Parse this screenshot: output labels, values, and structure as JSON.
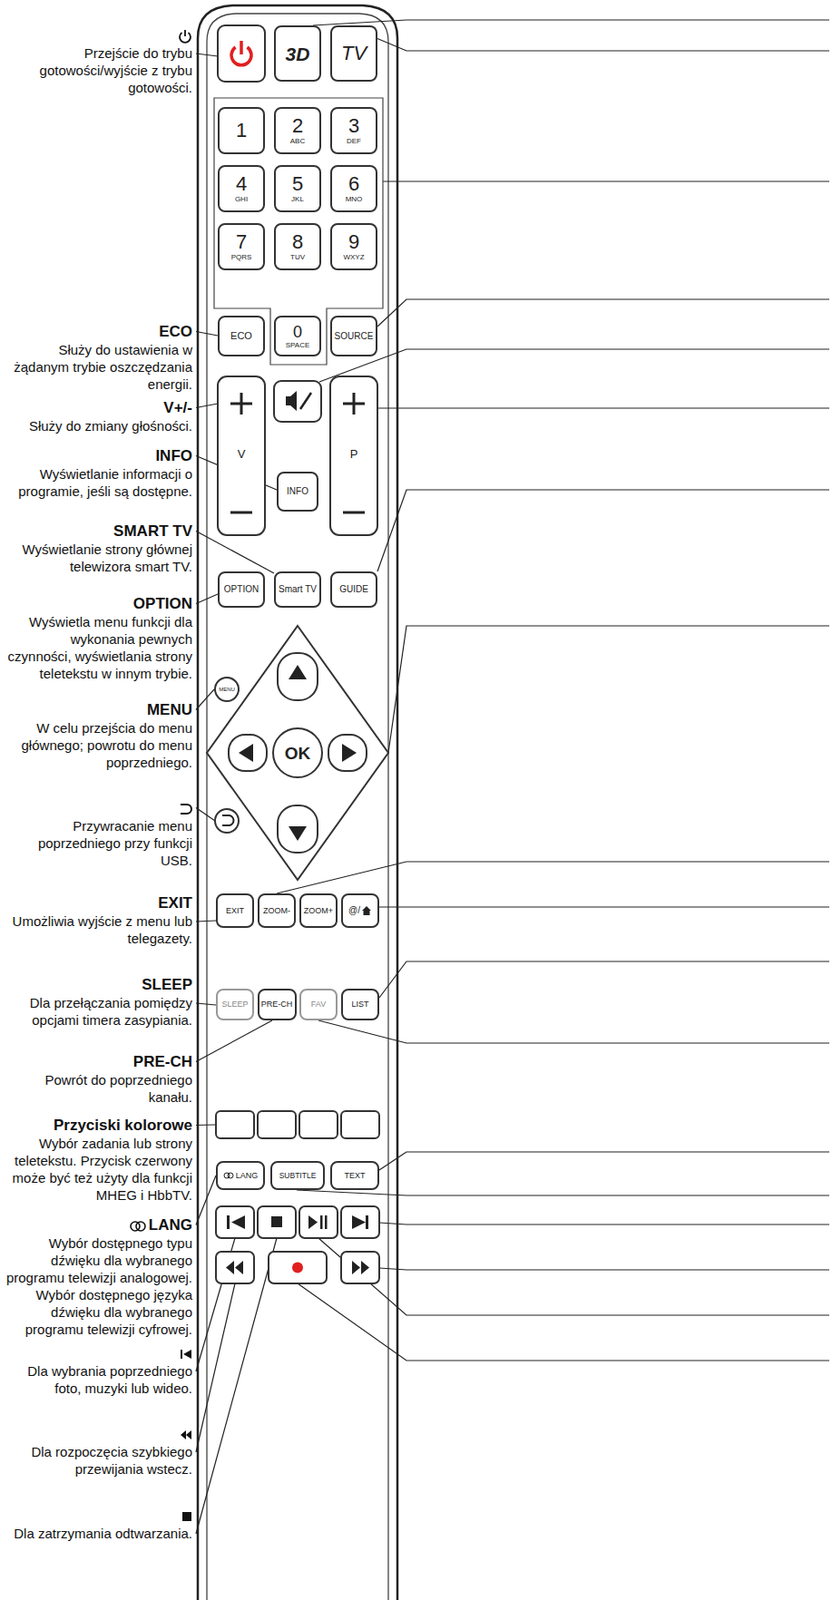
{
  "diagram": {
    "nodes": [
      {
        "text": [
          "3D"
        ]
      },
      {
        "text": [
          "TV"
        ]
      },
      {
        "text": [
          "1"
        ]
      },
      {
        "text": [
          "2",
          "ABC"
        ]
      },
      {
        "text": [
          "3",
          "DEF"
        ]
      },
      {
        "text": [
          "4",
          "GHI"
        ]
      },
      {
        "text": [
          "5",
          "JKL"
        ]
      },
      {
        "text": [
          "6",
          "MNO"
        ]
      },
      {
        "text": [
          "7",
          "PQRS"
        ]
      },
      {
        "text": [
          "8",
          "TUV"
        ]
      },
      {
        "text": [
          "9",
          "WXYZ"
        ]
      },
      {
        "text": [
          "ECO"
        ]
      },
      {
        "text": [
          "0",
          "SPACE"
        ]
      },
      {
        "text": [
          "SOURCE"
        ]
      },
      {
        "text": [
          "V"
        ]
      },
      {
        "text": [
          "P"
        ]
      },
      {
        "text": [
          "INFO"
        ]
      },
      {
        "text": [
          "OPTION"
        ]
      },
      {
        "text": [
          "Smart TV"
        ]
      },
      {
        "text": [
          "GUIDE"
        ]
      },
      {
        "text": [
          "MENU"
        ]
      },
      {
        "text": [
          "OK"
        ]
      },
      {
        "text": [
          "EXIT"
        ]
      },
      {
        "text": [
          "ZOOM-"
        ]
      },
      {
        "text": [
          "ZOOM+"
        ]
      },
      {
        "text": [
          "@/"
        ]
      },
      {
        "text": [
          "SLEEP"
        ]
      },
      {
        "text": [
          "PRE-CH"
        ]
      },
      {
        "text": [
          "FAV"
        ]
      },
      {
        "text": [
          "LIST"
        ]
      },
      {
        "text": [
          "LANG"
        ]
      },
      {
        "text": [
          "SUBTITLE"
        ]
      },
      {
        "text": [
          "TEXT"
        ]
      }
    ],
    "labels": [
      "Przejście do trybu gotowości/wyjście z trybu gotowości.",
      "ECO",
      "Służy do ustawienia w żądanym trybie oszczędzania energii.",
      "V+/-",
      "Służy do zmiany głośności.",
      "INFO",
      "Wyświetlanie informacji o programie, jeśli są dostępne.",
      "SMART TV",
      "Wyświetlanie strony głównej telewizora smart TV.",
      "OPTION",
      "Wyświetla menu funkcji dla wykonania pewnych czynności, wyświetlania strony teletekstu w innym trybie.",
      "MENU",
      "W celu przejścia do menu głównego; powrotu do menu poprzedniego.",
      "Przywracanie menu poprzedniego przy funkcji USB.",
      "EXIT",
      "Umożliwia wyjście z menu lub telegazety.",
      "SLEEP",
      "Dla przełączania pomiędzy opcjami timera zasypiania.",
      "PRE-CH",
      "Powrót do poprzedniego kanału.",
      "Przyciski kolorowe",
      "Wybór zadania lub strony teletekstu. Przycisk czerwony może być też użyty dla funkcji MHEG i HbbTV.",
      "LANG",
      "Wybór dostępnego typu dźwięku dla wybranego programu telewizji analogowej. Wybór dostępnego języka dźwięku dla wybranego programu telewizji cyfrowej.",
      "Dla wybrania poprzedniego foto, muzyki lub wideo.",
      "Dla rozpoczęcia szybkiego przewijania wstecz.",
      "Dla zatrzymania odtwarzania."
    ]
  }
}
